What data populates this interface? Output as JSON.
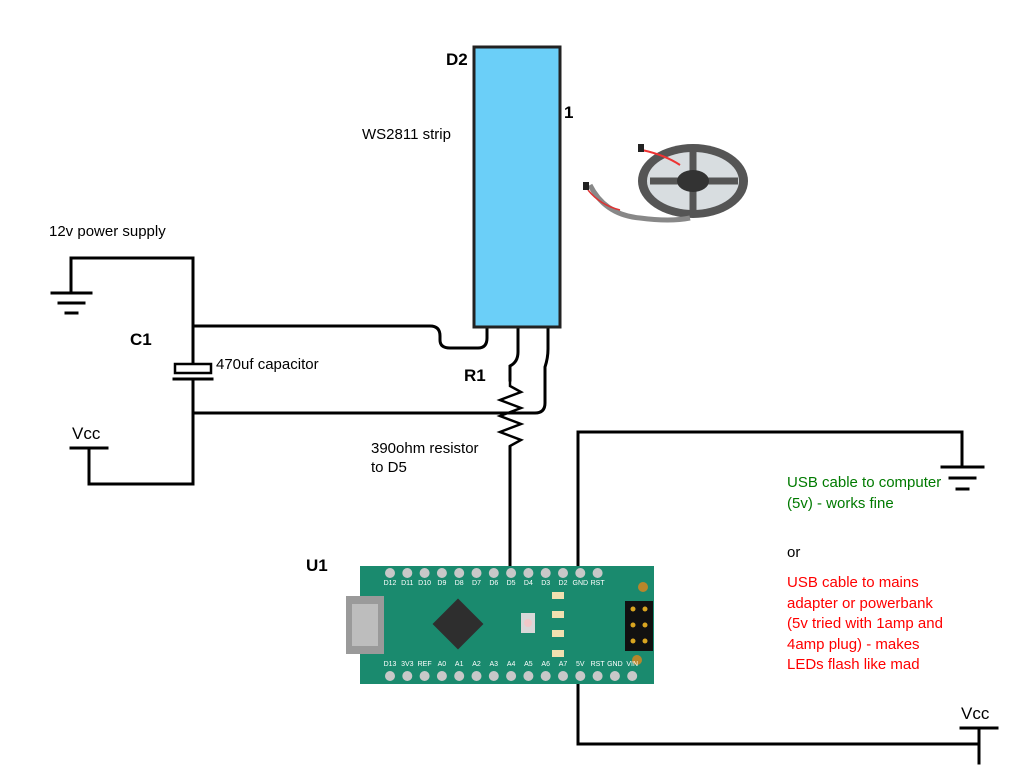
{
  "components": {
    "strip": {
      "ref": "D2",
      "pin": "1",
      "label": "WS2811 strip",
      "color": "#6bcff8"
    },
    "capacitor": {
      "ref": "C1",
      "label": "470uf capacitor"
    },
    "resistor": {
      "ref": "R1",
      "label_line1": "390ohm resistor",
      "label_line2": "to D5"
    },
    "arduino": {
      "ref": "U1",
      "board_color": "#1a8a6e",
      "top_pins": [
        "D12",
        "D11",
        "D10",
        "D9",
        "D8",
        "D7",
        "D6",
        "D5",
        "D4",
        "D3",
        "D2",
        "GND",
        "RST"
      ],
      "bottom_pins": [
        "D13",
        "3V3",
        "REF",
        "A0",
        "A1",
        "A2",
        "A3",
        "A4",
        "A5",
        "A6",
        "A7",
        "5V",
        "RST",
        "GND",
        "VIN"
      ]
    }
  },
  "power": {
    "supply_label": "12v power supply",
    "vcc_left": "Vcc",
    "vcc_right": "Vcc"
  },
  "notes": {
    "good": "USB cable to computer (5v) - works fine",
    "good_color": "#007a00",
    "or": "or",
    "bad": "USB cable to mains adapter or powerbank (5v tried with 1amp and 4amp plug) - makes LEDs flash like mad",
    "bad_color": "#ff0000"
  }
}
